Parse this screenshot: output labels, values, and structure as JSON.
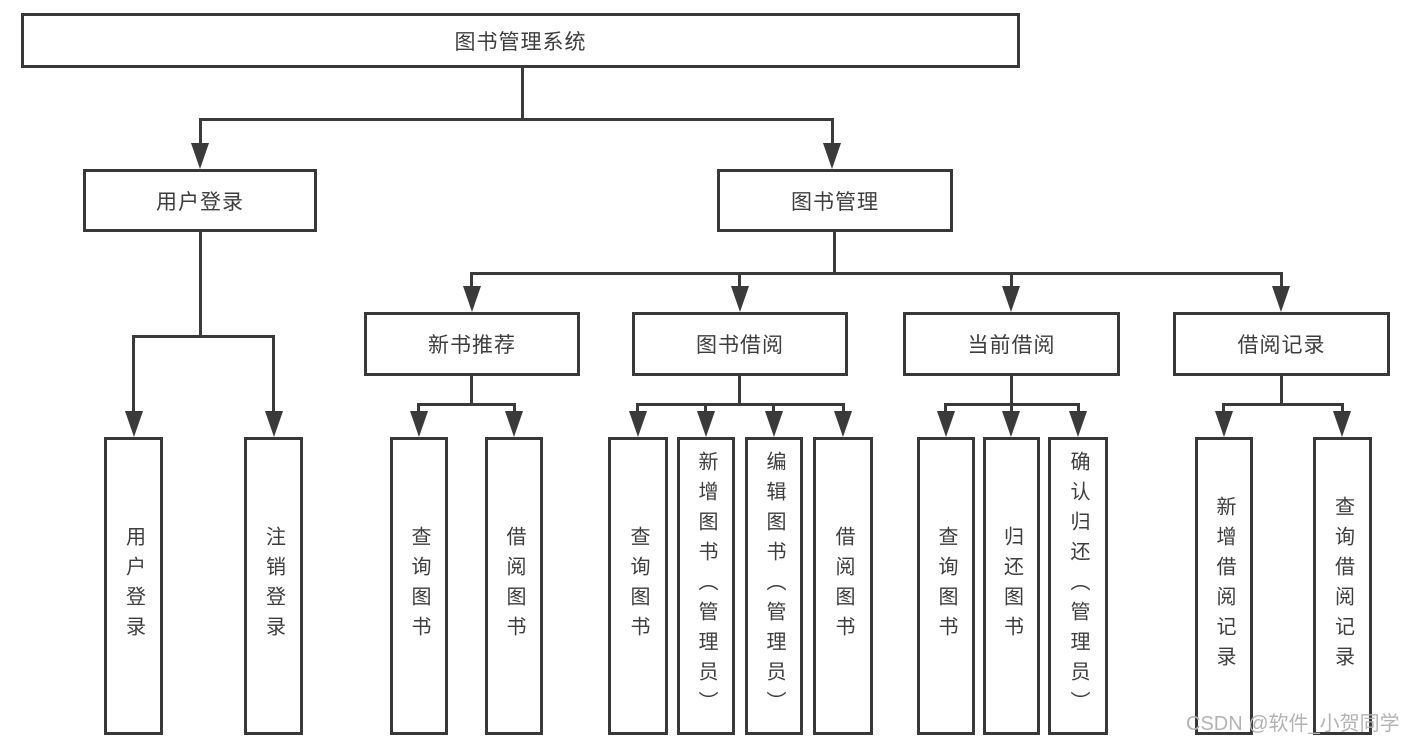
{
  "diagram_title": "图书管理系统",
  "nodes": {
    "root": "图书管理系统",
    "user_login": "用户登录",
    "book_management": "图书管理",
    "new_book": "新书推荐",
    "book_borrow": "图书借阅",
    "current_borrow": "当前借阅",
    "borrow_records": "借阅记录",
    "leaf": {
      "user_login": "用户登录",
      "logout": "注销登录",
      "nb_query": "查询图书",
      "nb_borrow": "借阅图书",
      "bb_query": "查询图书",
      "bb_add": "新增图书（管理员）",
      "bb_edit": "编辑图书（管理员）",
      "bb_borrow": "借阅图书",
      "cb_query": "查询图书",
      "cb_return": "归还图书",
      "cb_confirm": "确认归还（管理员）",
      "br_add": "新增借阅记录",
      "br_query": "查询借阅记录"
    }
  },
  "watermark": "CSDN @软件_小贺同学",
  "colors": {
    "line": "#3a3a3a",
    "text": "#3d3d3d",
    "watermark_text": "#b3b3b3",
    "background": "#ffffff"
  }
}
